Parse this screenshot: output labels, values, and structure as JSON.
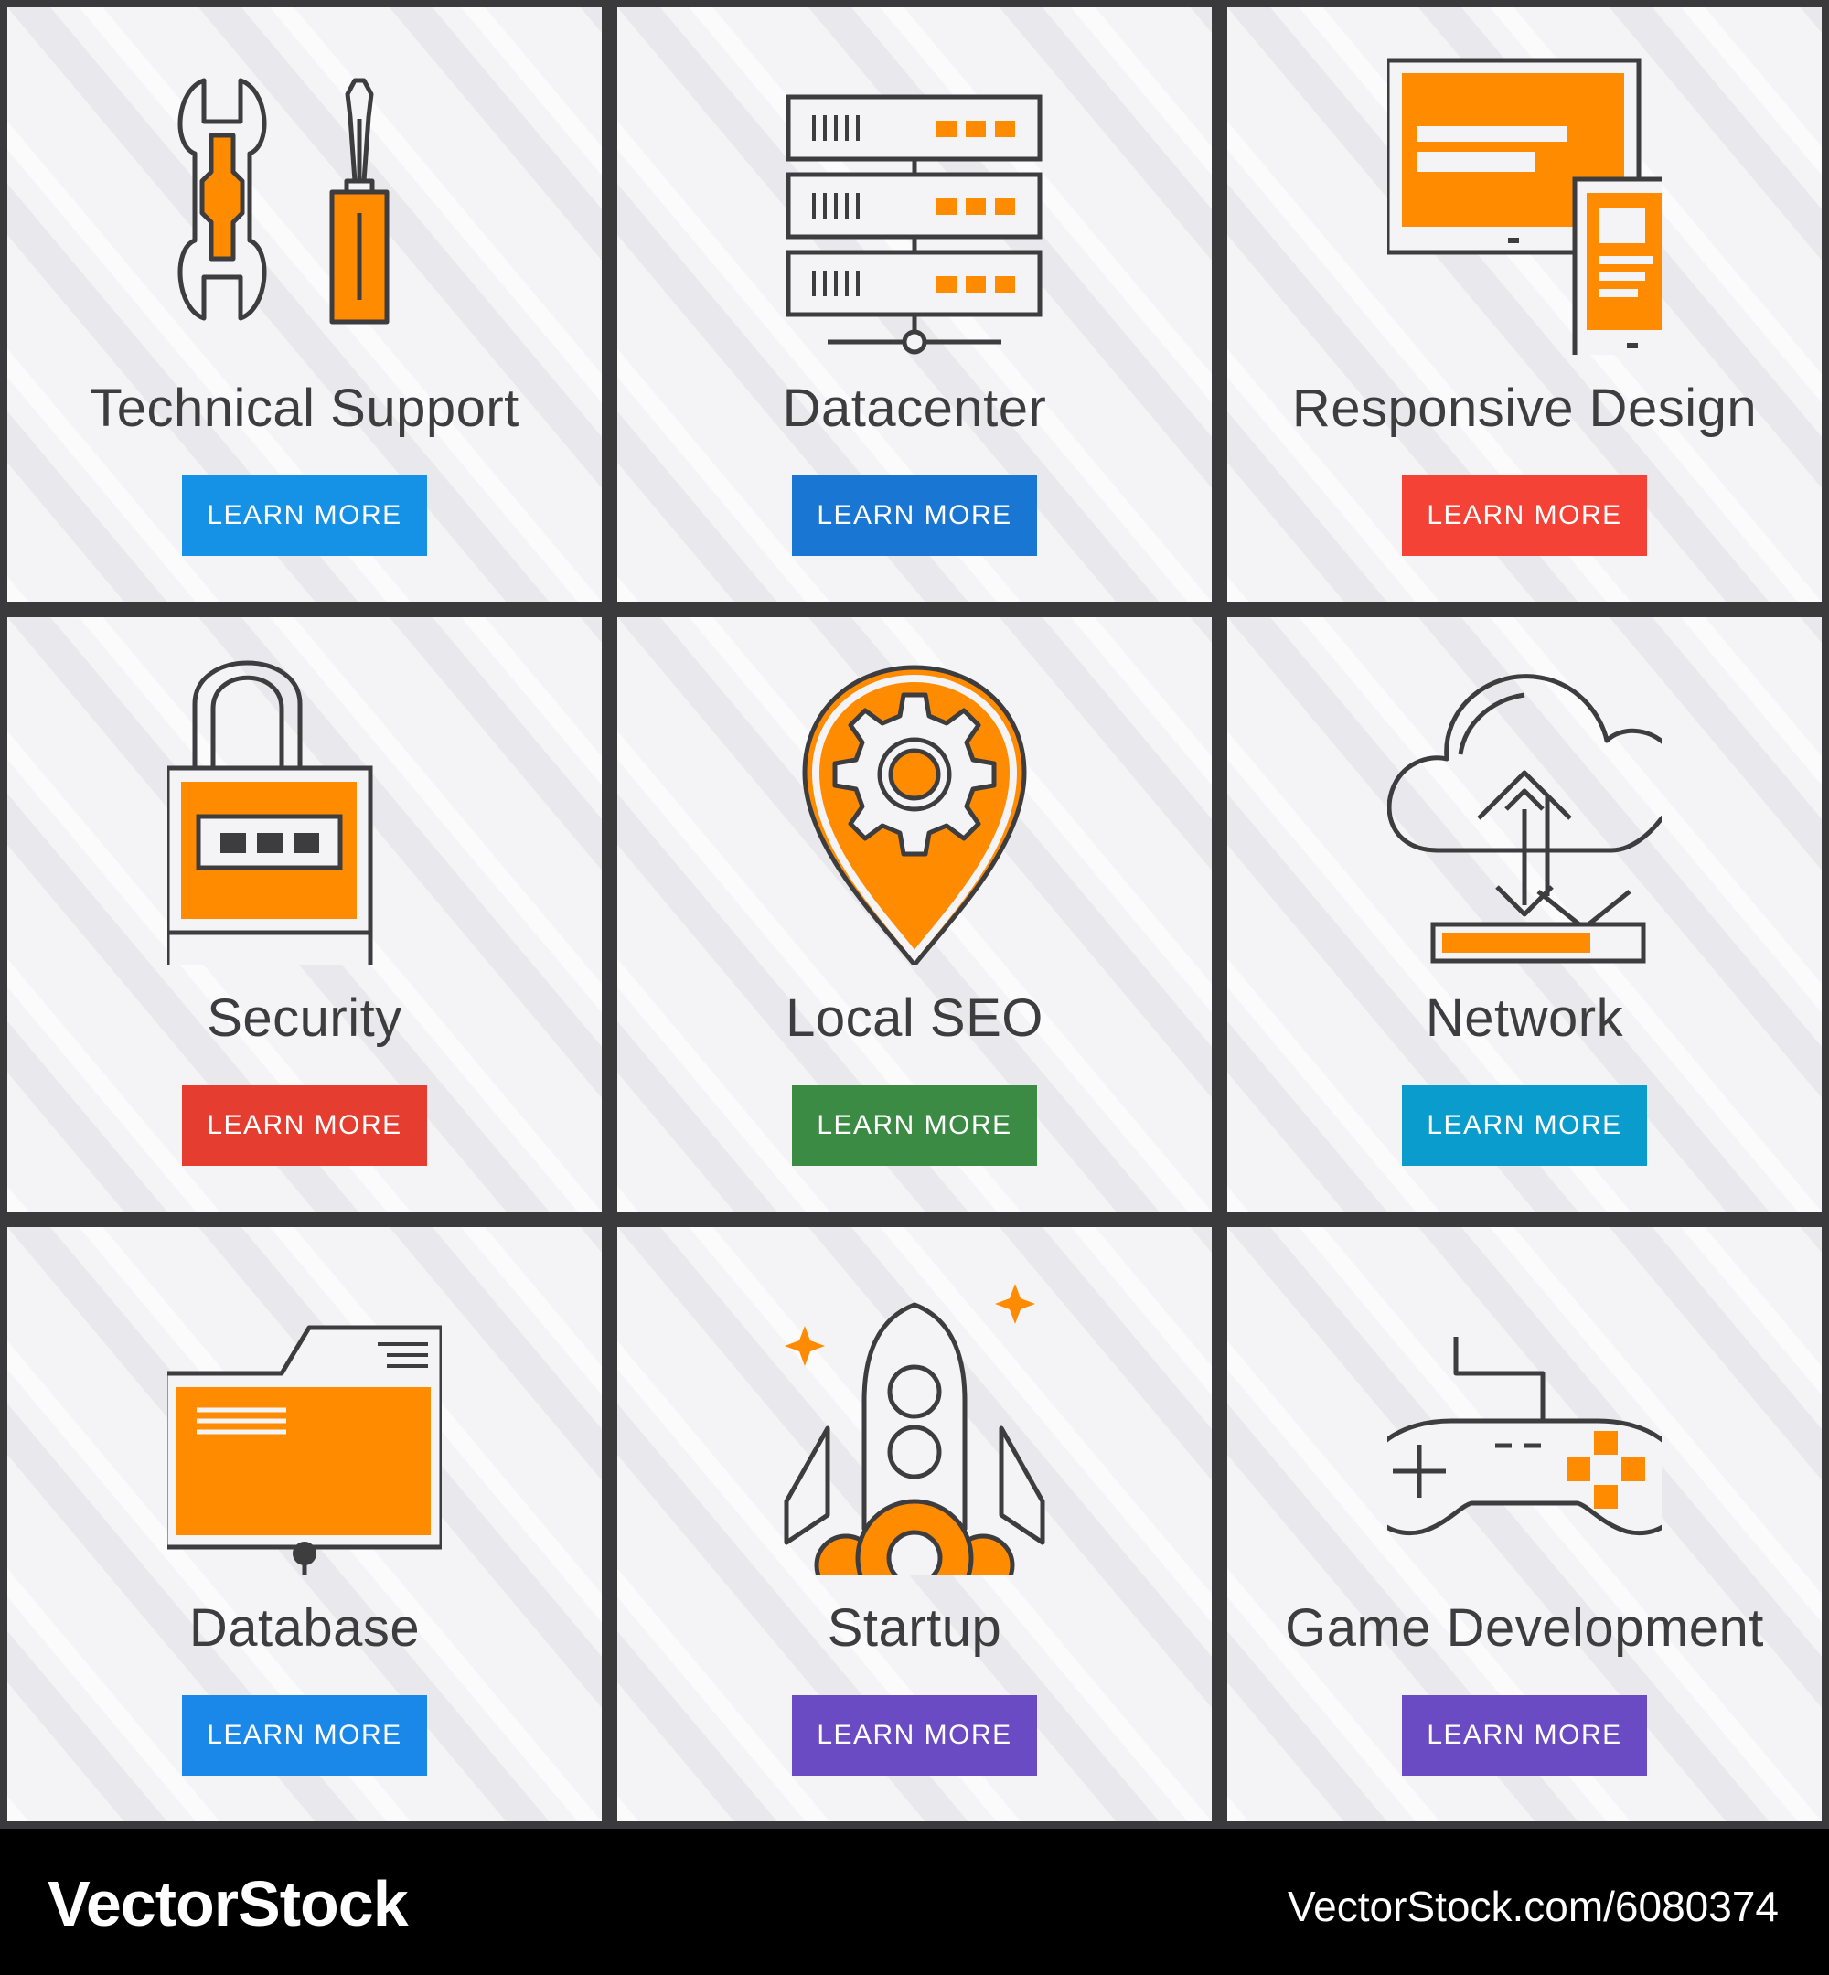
{
  "cards": [
    {
      "title": "Technical Support",
      "button_label": "LEARN MORE",
      "button_color": "#1592e6",
      "icon": "tools-icon"
    },
    {
      "title": "Datacenter",
      "button_label": "LEARN MORE",
      "button_color": "#1976d2",
      "icon": "server-rack-icon"
    },
    {
      "title": "Responsive Design",
      "button_label": "LEARN MORE",
      "button_color": "#f44336",
      "icon": "devices-icon"
    },
    {
      "title": "Security",
      "button_label": "LEARN MORE",
      "button_color": "#e53e30",
      "icon": "padlock-icon"
    },
    {
      "title": "Local SEO",
      "button_label": "LEARN MORE",
      "button_color": "#3b8b45",
      "icon": "location-gear-icon"
    },
    {
      "title": "Network",
      "button_label": "LEARN MORE",
      "button_color": "#0a9ccc",
      "icon": "cloud-transfer-icon"
    },
    {
      "title": "Database",
      "button_label": "LEARN MORE",
      "button_color": "#1a88e8",
      "icon": "network-folder-icon"
    },
    {
      "title": "Startup",
      "button_label": "LEARN MORE",
      "button_color": "#6a4bc4",
      "icon": "rocket-icon"
    },
    {
      "title": "Game Development",
      "button_label": "LEARN MORE",
      "button_color": "#6a4bc4",
      "icon": "gamepad-icon"
    }
  ],
  "colors": {
    "accent": "#ff8c00",
    "stroke": "#3d3d3f",
    "card_bg": "#f4f3f6",
    "frame": "#3a3a3c"
  },
  "footer": {
    "brand": "VectorStock",
    "url": "VectorStock.com/6080374"
  }
}
